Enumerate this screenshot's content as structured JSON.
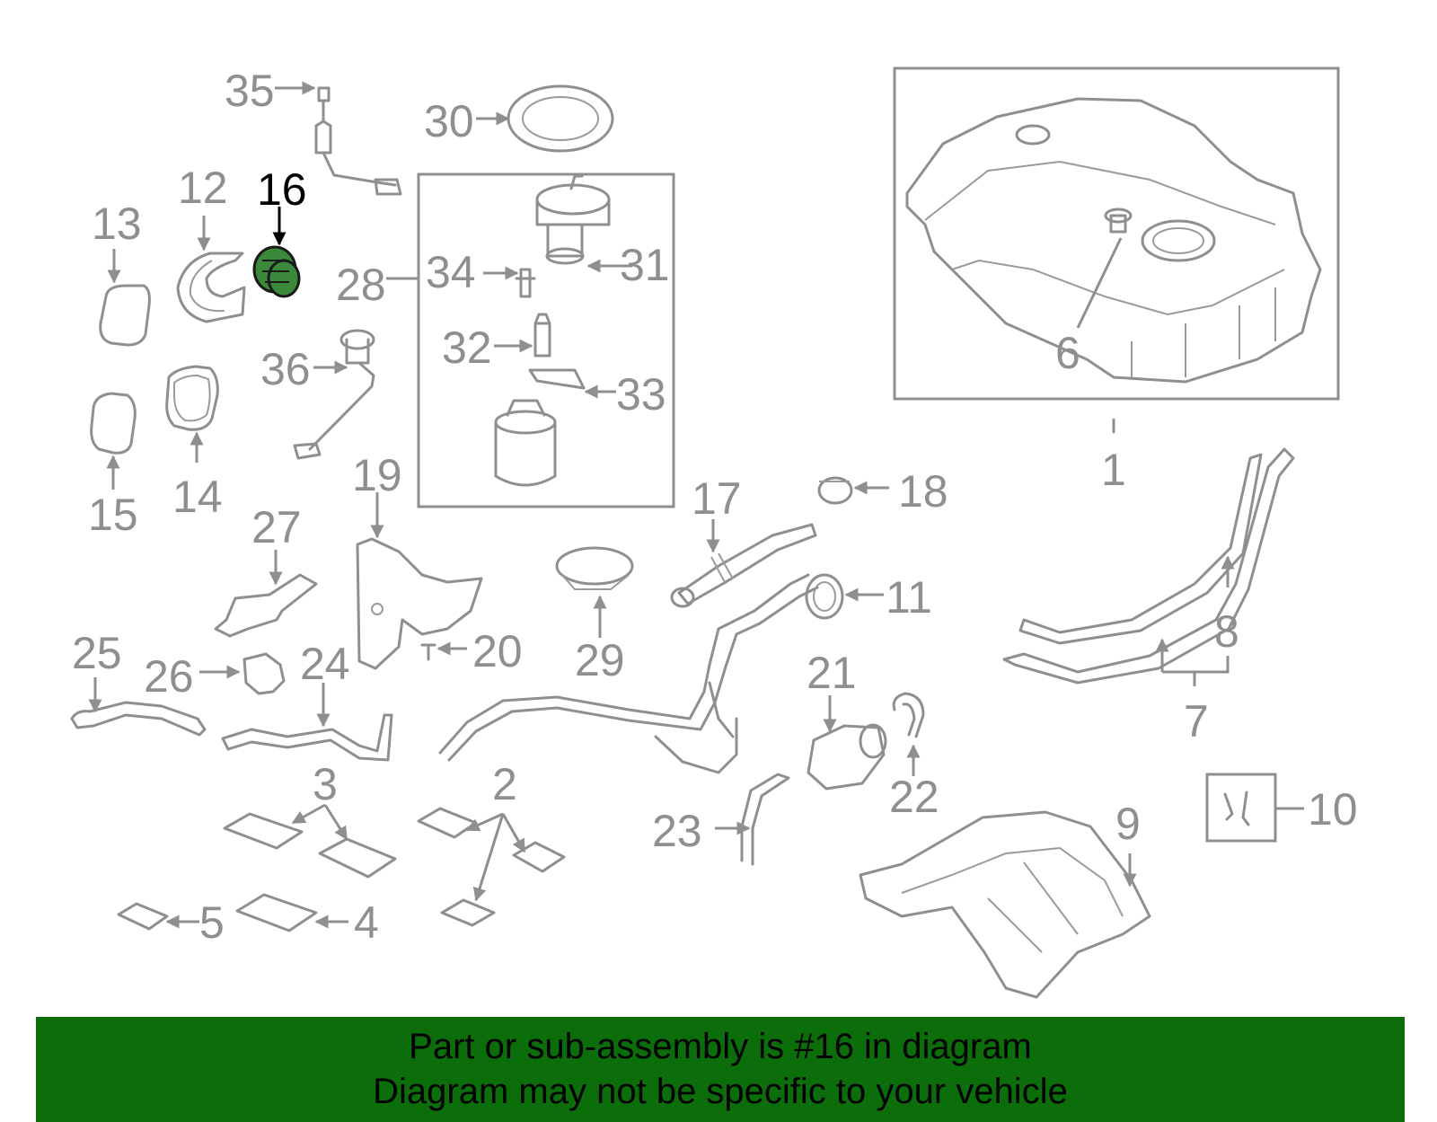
{
  "highlight": {
    "part_number": "16",
    "color": "#3b8a3b"
  },
  "labels": [
    "1",
    "2",
    "3",
    "4",
    "5",
    "6",
    "7",
    "8",
    "9",
    "10",
    "11",
    "12",
    "13",
    "14",
    "15",
    "16",
    "17",
    "18",
    "19",
    "20",
    "21",
    "22",
    "23",
    "24",
    "25",
    "26",
    "27",
    "28",
    "29",
    "30",
    "31",
    "32",
    "33",
    "34",
    "35",
    "36"
  ],
  "banner": {
    "line1": "Part or sub-assembly is #16 in diagram",
    "line2": "Diagram may not be specific to your vehicle",
    "background": "#0b6e0b"
  }
}
